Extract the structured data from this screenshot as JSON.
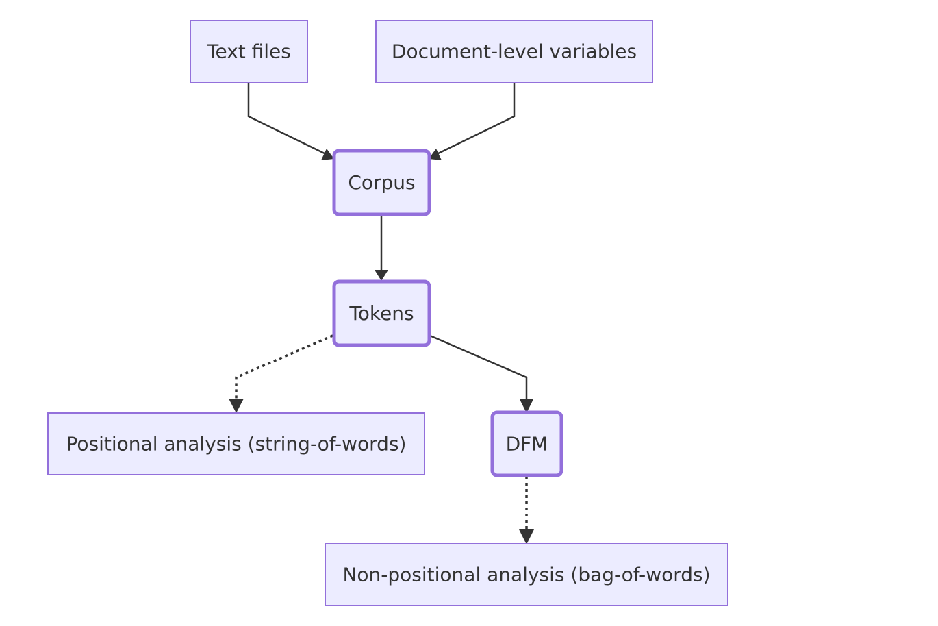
{
  "diagram": {
    "nodes": {
      "text_files": {
        "label": "Text files"
      },
      "doc_vars": {
        "label": "Document-level variables"
      },
      "corpus": {
        "label": "Corpus"
      },
      "tokens": {
        "label": "Tokens"
      },
      "positional": {
        "label": "Positional analysis (string-of-words)"
      },
      "dfm": {
        "label": "DFM"
      },
      "non_positional": {
        "label": "Non-positional analysis (bag-of-words)"
      }
    },
    "edges": [
      {
        "from": "text_files",
        "to": "corpus",
        "style": "solid"
      },
      {
        "from": "doc_vars",
        "to": "corpus",
        "style": "solid"
      },
      {
        "from": "corpus",
        "to": "tokens",
        "style": "solid"
      },
      {
        "from": "tokens",
        "to": "positional",
        "style": "dotted"
      },
      {
        "from": "tokens",
        "to": "dfm",
        "style": "solid"
      },
      {
        "from": "dfm",
        "to": "non_positional",
        "style": "dotted"
      }
    ]
  }
}
